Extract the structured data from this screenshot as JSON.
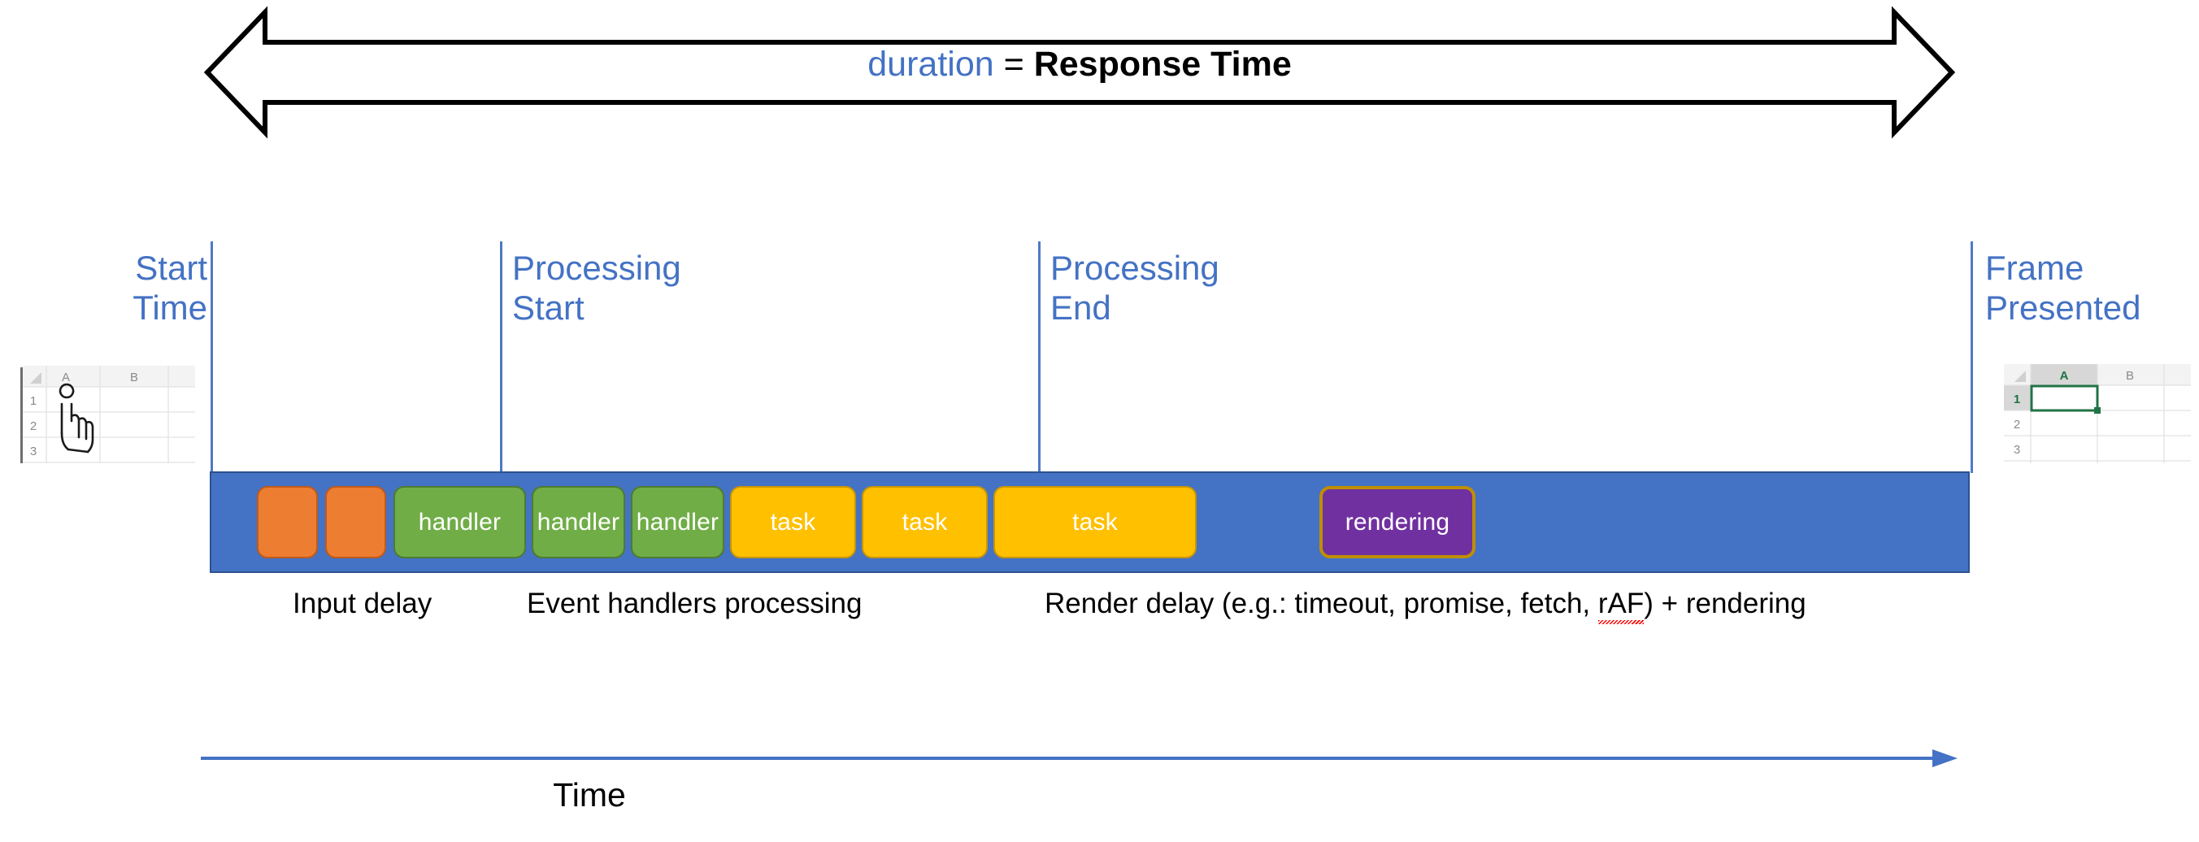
{
  "diagram": {
    "title_parts": {
      "keyword": "duration",
      "equals": " = ",
      "emphasis": "Response Time"
    },
    "markers": [
      {
        "name": "start-time",
        "label": "Start\nTime",
        "color": "#4472C4"
      },
      {
        "name": "processing-start",
        "label": "Processing\nStart",
        "color": "#4472C4"
      },
      {
        "name": "processing-end",
        "label": "Processing\nEnd",
        "color": "#4472C4"
      },
      {
        "name": "frame-presented",
        "label": "Frame\nPresented",
        "color": "#4472C4"
      }
    ],
    "track": {
      "background_color": "#4472C4",
      "blocks": [
        {
          "name": "input-delay-block-1",
          "label": "",
          "type": "orange"
        },
        {
          "name": "input-delay-block-2",
          "label": "",
          "type": "orange"
        },
        {
          "name": "handler-block-1",
          "label": "handler",
          "type": "green"
        },
        {
          "name": "handler-block-2",
          "label": "handler",
          "type": "green"
        },
        {
          "name": "handler-block-3",
          "label": "handler",
          "type": "green"
        },
        {
          "name": "task-block-1",
          "label": "task",
          "type": "yellow"
        },
        {
          "name": "task-block-2",
          "label": "task",
          "type": "yellow"
        },
        {
          "name": "task-block-3",
          "label": "task",
          "type": "yellow"
        },
        {
          "name": "rendering-block",
          "label": "rendering",
          "type": "purple"
        }
      ],
      "colors": {
        "orange": "#ED7D31",
        "green": "#70AD47",
        "yellow": "#FFC000",
        "purple": "#7030A0",
        "purple_border": "#BF8F00"
      }
    },
    "captions": [
      {
        "name": "caption-input-delay",
        "text": "Input delay"
      },
      {
        "name": "caption-event-handlers",
        "text": "Event handlers processing"
      }
    ],
    "caption_render": {
      "before": "Render delay (e.g.: timeout, promise, fetch, ",
      "misspelled": "rAF",
      "after": ") + rendering"
    },
    "time_axis": {
      "label": "Time",
      "color": "#4472C4"
    },
    "spreadsheets": {
      "left": {
        "columns": [
          "A",
          "B"
        ],
        "rows": [
          "1",
          "2",
          "3"
        ],
        "cursor": "pointing-hand"
      },
      "right": {
        "columns": [
          "A",
          "B"
        ],
        "rows": [
          "1",
          "2",
          "3"
        ],
        "selected_cell": "A1",
        "selection_color": "#217346"
      }
    }
  }
}
